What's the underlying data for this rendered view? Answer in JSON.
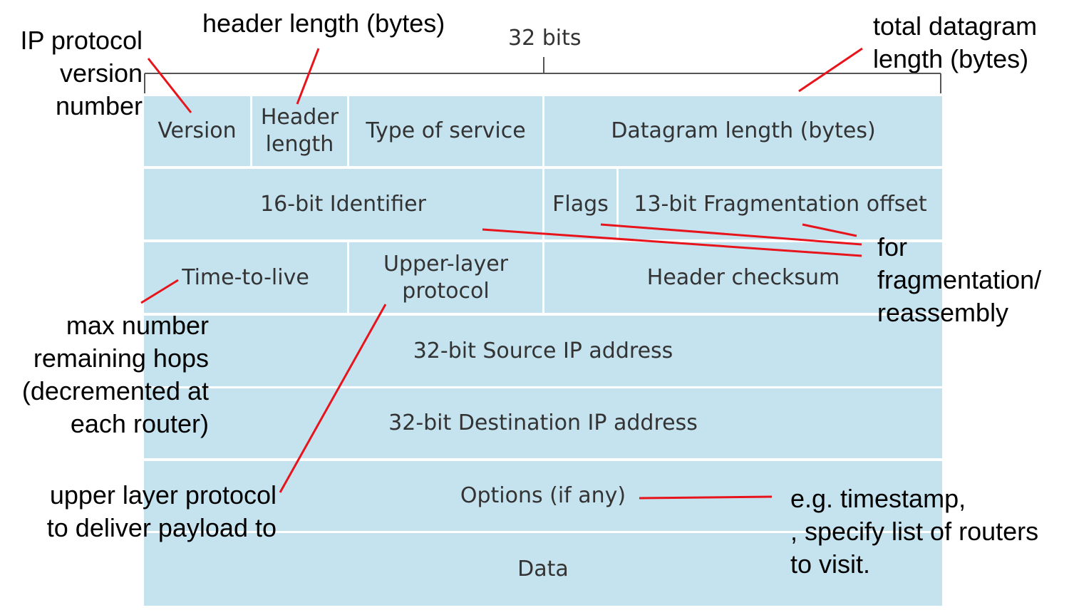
{
  "bits_label": "32 bits",
  "fields": {
    "version": "Version",
    "header_length": "Header\nlength",
    "type_of_service": "Type of service",
    "datagram_length": "Datagram length (bytes)",
    "identifier": "16-bit Identifier",
    "flags": "Flags",
    "fragmentation_offset": "13-bit Fragmentation offset",
    "time_to_live": "Time-to-live",
    "upper_layer_protocol": "Upper-layer\nprotocol",
    "header_checksum": "Header checksum",
    "source_ip": "32-bit Source IP address",
    "destination_ip": "32-bit Destination IP address",
    "options": "Options (if any)",
    "data": "Data"
  },
  "annotations": {
    "ip_version": "IP protocol\nversion\nnumber",
    "header_length": "header length (bytes)",
    "total_length": "total datagram\nlength (bytes)",
    "fragmentation": "for\nfragmentation/\nreassembly",
    "ttl": "max number\nremaining hops\n(decremented at\neach router)",
    "upper_layer": "upper layer protocol\nto deliver payload to",
    "options": "e.g. timestamp,\n, specify list of routers\nto visit."
  },
  "colors": {
    "field_fill": "#c5e3ef",
    "pointer_line": "#e8141c",
    "bracket": "#555555"
  }
}
